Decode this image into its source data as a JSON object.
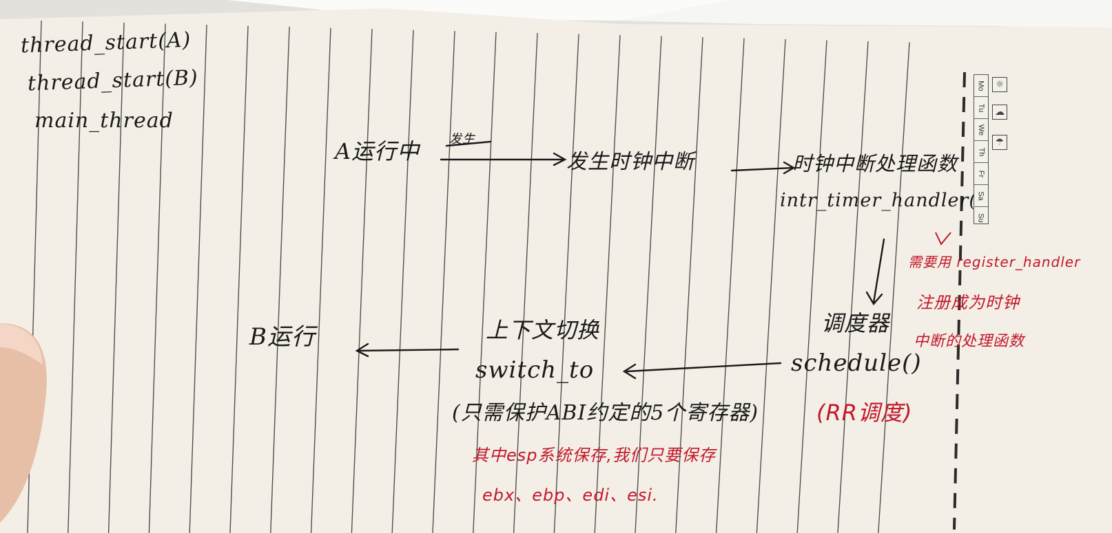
{
  "notes": {
    "left_column": [
      "thread_start(A)",
      "thread_start(B)",
      "main_thread"
    ],
    "a_running": "A运行中",
    "struck_word": "发生",
    "timer_interrupt": "发生时钟中断",
    "timer_handler": "时钟中断处理函数",
    "timer_handler_fn": "intr_timer_handler()",
    "scheduler": "调度器",
    "schedule_fn": "schedule()",
    "rr": "(RR调度)",
    "context_switch": "上下文切换",
    "switch_to": "switch_to",
    "abi_note": "(只需保护ABI约定的5个寄存器)",
    "b_running": "B运行",
    "red_esp_note": "其中esp系统保存,我们只要保存",
    "red_regs": "ebx、ebp、edi、esi.",
    "red_register_1": "需要用 register_handler",
    "red_register_2": "注册成为时钟",
    "red_register_3": "中断的处理函数"
  },
  "calendar": {
    "days": [
      "Mo",
      "Tu",
      "We",
      "Th",
      "Fr",
      "Sa",
      "Su"
    ],
    "icons": [
      "sun-icon",
      "cloud-icon",
      "rain-icon"
    ]
  },
  "colors": {
    "ink": "#1a1a1a",
    "red_ink": "#c2182b",
    "paper": "#f3efe6"
  }
}
